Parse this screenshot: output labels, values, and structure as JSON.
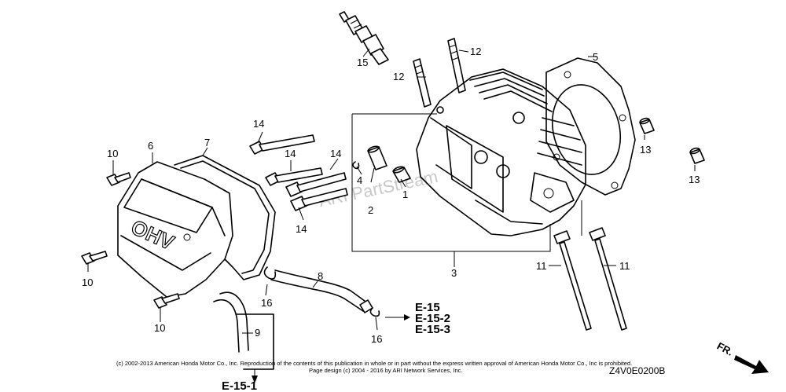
{
  "figure": {
    "diagram_code": "Z4V0E0200B",
    "watermark": "ARI PartStream",
    "direction_label": "FR.",
    "copyright_line1": "(c) 2002-2013 American Honda Motor Co., Inc. Reproduction of the contents of this publication in whole or in part without the express written approval of American Honda Motor Co., Inc is prohibited.",
    "copyright_line2": "Page design (c) 2004 - 2016 by ARI Network Services, Inc.",
    "cover_emboss": "OHV",
    "refs": [
      {
        "label": "E-15"
      },
      {
        "label": "E-15-2"
      },
      {
        "label": "E-15-3"
      },
      {
        "label": "E-15-1"
      }
    ]
  },
  "callouts": [
    "1",
    "2",
    "3",
    "4",
    "5",
    "6",
    "7",
    "8",
    "9",
    "10",
    "11",
    "12",
    "13",
    "14",
    "15",
    "16"
  ]
}
